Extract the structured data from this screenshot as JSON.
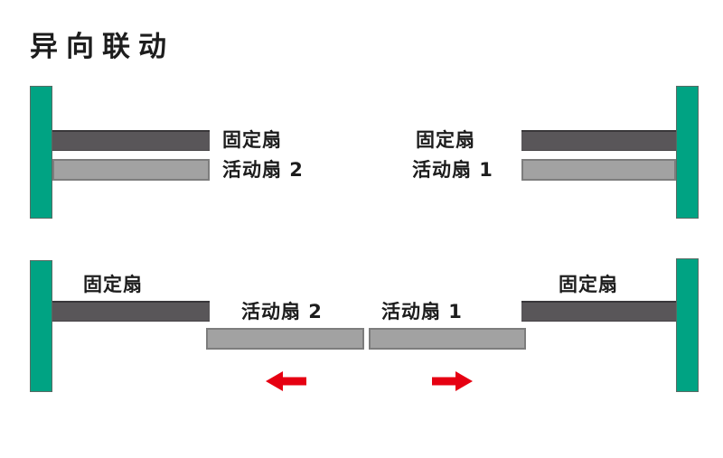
{
  "title": "异向联动",
  "colors": {
    "green": "#00a383",
    "dark_gray": "#595659",
    "light_gray": "#a2a2a2",
    "red": "#e60012",
    "text": "#1d1d1d"
  },
  "closed_state": {
    "left": {
      "fixed_label": "固定扇",
      "movable_label": "活动扇 2"
    },
    "right": {
      "fixed_label": "固定扇",
      "movable_label": "活动扇 1"
    }
  },
  "open_state": {
    "left_fixed_label": "固定扇",
    "right_fixed_label": "固定扇",
    "movable2_label": "活动扇 2",
    "movable1_label": "活动扇 1"
  },
  "icons": {
    "left_arrow": "left-arrow-icon",
    "right_arrow": "right-arrow-icon"
  }
}
